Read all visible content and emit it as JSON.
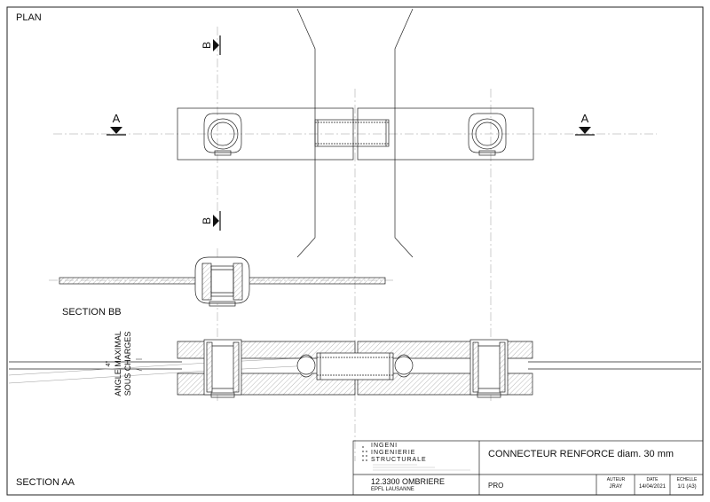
{
  "views": {
    "plan": "PLAN",
    "section_bb": "SECTION BB",
    "section_aa": "SECTION AA"
  },
  "section_markers": {
    "a": "A",
    "b": "B"
  },
  "annotation": {
    "angle_value": "4°",
    "angle_line1": "ANGLE MAXIMAL",
    "angle_line2": "SOUS CHARGES"
  },
  "title_block": {
    "company_line1": "INGENI",
    "company_line2": "INGENIERIE",
    "company_line3": "STRUCTURALE",
    "drawing_title": "CONNECTEUR RENFORCE  diam. 30 mm",
    "project_number": "12.3300 OMBRIERE",
    "client": "EPFL LAUSANNE",
    "phase": "PRO",
    "author_label": "AUTEUR",
    "author": "JRAY",
    "date_label": "DATE",
    "date": "14/04/2021",
    "scale_label": "ECHELLE",
    "scale": "1/1 (A3)"
  },
  "colors": {
    "line": "#222222",
    "hatch": "#777777",
    "center_line": "#999999"
  }
}
